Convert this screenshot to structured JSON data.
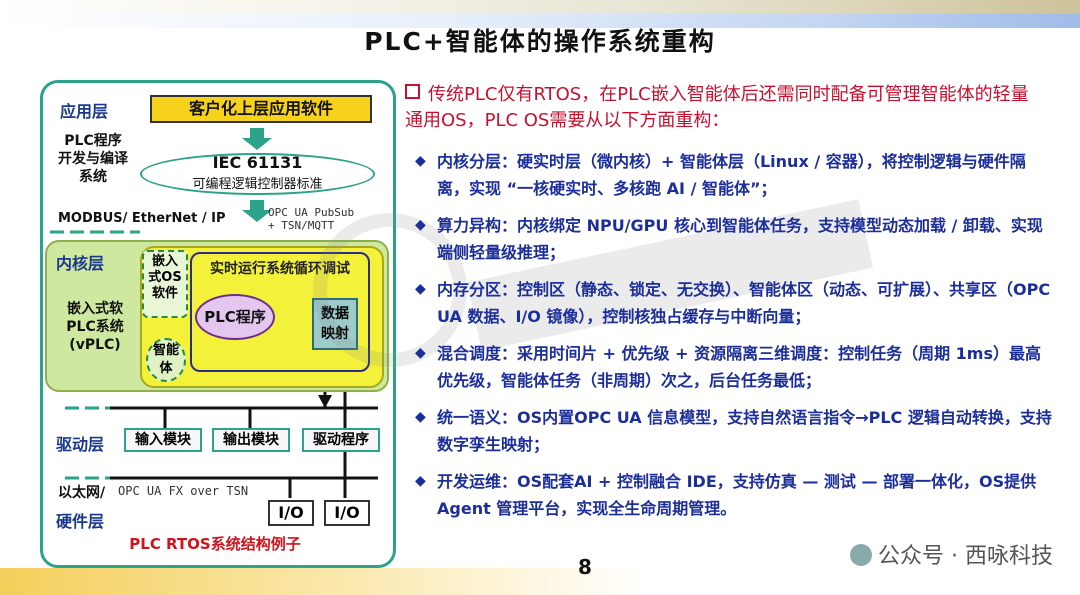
{
  "title": "PLC+智能体的操作系统重构",
  "page_number": "8",
  "credit": "公众号 · 西咏科技",
  "diagram": {
    "app_layer": "应用层",
    "custom_app": "客户化上层应用软件",
    "plc_dev_label": "PLC程序\n开发与编译\n系统",
    "iec_title": "IEC 61131",
    "iec_sub": "可编程逻辑控制器标准",
    "modbus": "MODBUS/ EtherNet / IP",
    "opc_pubsub": "OPC UA PubSub\n+ TSN/MQTT",
    "kernel_layer": "内核层",
    "embedded_os": "嵌入\n式OS\n软件",
    "realtime": "实时运行系统循环调试",
    "embedded_vplc": "嵌入式软\nPLC系统\n(vPLC)",
    "plc_program": "PLC程序",
    "data_mapping": "数据\n映射",
    "agent": "智能\n体",
    "driver_layer": "驱动层",
    "input_module": "输入模块",
    "output_module": "输出模块",
    "driver_program": "驱动程序",
    "ethernet": "以太网/",
    "opc_fx": "OPC UA FX over TSN",
    "hardware_layer": "硬件层",
    "io1": "I/O",
    "io2": "I/O",
    "caption": "PLC RTOS系统结构例子"
  },
  "intro": "传统PLC仅有RTOS，在PLC嵌入智能体后还需同时配备可管理智能体的轻量通用OS，PLC OS需要从以下方面重构：",
  "bullets": [
    "内核分层：硬实时层（微内核）+ 智能体层（Linux / 容器），将控制逻辑与硬件隔离，实现 “一核硬实时、多核跑 AI / 智能体”；",
    "算力异构：内核绑定 NPU/GPU 核心到智能体任务，支持模型动态加载 / 卸载、实现端侧轻量级推理；",
    "内存分区：控制区（静态、锁定、无交换）、智能体区（动态、可扩展）、共享区（OPC UA 数据、I/O 镜像），控制核独占缓存与中断向量；",
    "混合调度：采用时间片 + 优先级 + 资源隔离三维调度：控制任务（周期 1ms）最高优先级，智能体任务（非周期）次之，后台任务最低；",
    "统一语义：OS内置OPC UA 信息模型，支持自然语言指令→PLC 逻辑自动转换，支持数字孪生映射；",
    "开发运维：OS配套AI + 控制融合 IDE，支持仿真 — 测试 — 部署一体化，OS提供Agent 管理平台，实现全生命周期管理。"
  ],
  "colors": {
    "accent_red": "#c8102e",
    "bullet_blue": "#1c2e9a",
    "panel_teal": "#2aa38a",
    "kernel_green": "#cfe8a0",
    "kernel_yellow": "#f3f13a"
  }
}
